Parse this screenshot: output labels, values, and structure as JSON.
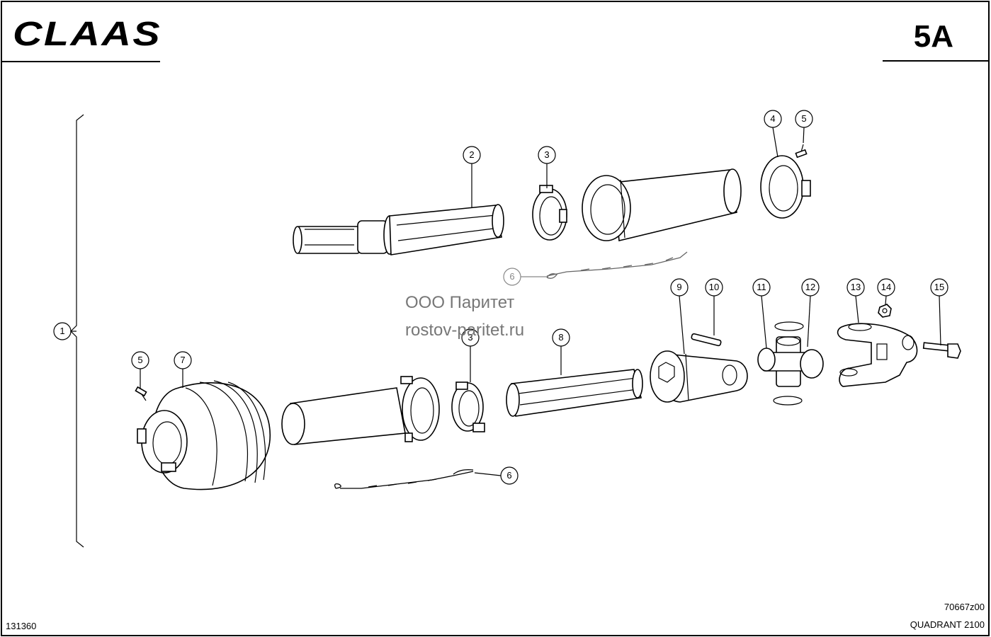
{
  "header": {
    "brand": "CLAAS",
    "page_code": "5A"
  },
  "watermark": {
    "line1": "ООО Паритет",
    "line2": "rostov-paritet.ru"
  },
  "footer": {
    "drawing_id": "131360",
    "figure_code": "70667z00",
    "model": "QUADRANT 2100"
  },
  "callouts": {
    "c1": "1",
    "c2": "2",
    "c3a": "3",
    "c3b": "3",
    "c4": "4",
    "c5a": "5",
    "c5b": "5",
    "c6a": "6",
    "c6b": "6",
    "c7": "7",
    "c8": "8",
    "c9": "9",
    "c10": "10",
    "c11": "11",
    "c12": "12",
    "c13": "13",
    "c14": "14",
    "c15": "15"
  }
}
